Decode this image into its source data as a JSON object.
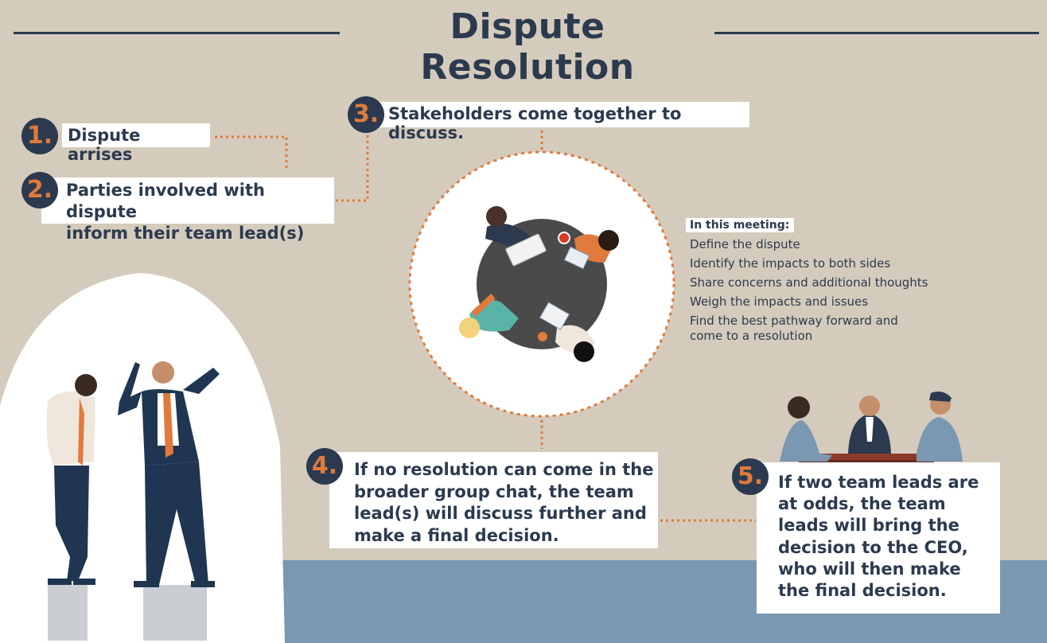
{
  "title": "Dispute Resolution",
  "steps": [
    {
      "number": "1.",
      "text": "Dispute arrises"
    },
    {
      "number": "2.",
      "text_lines": [
        "Parties involved with dispute",
        "inform their team lead(s)"
      ]
    },
    {
      "number": "3.",
      "text": "Stakeholders come together to discuss."
    },
    {
      "number": "4.",
      "text_lines": [
        "If no resolution can come in the",
        "broader group chat, the team",
        "lead(s) will discuss further and",
        "make a final decision."
      ]
    },
    {
      "number": "5.",
      "text_lines": [
        "If two team leads are",
        "at odds, the team",
        "leads will bring the",
        "decision to the CEO,",
        "who will then make",
        "the final decision."
      ]
    }
  ],
  "meeting": {
    "heading": "In this meeting:",
    "items": [
      "Define the dispute",
      "Identify the impacts to both sides",
      "Share concerns and additional thoughts",
      "Weigh the impacts and issues",
      "Find the best pathway forward and",
      "come to a resolution"
    ]
  },
  "colors": {
    "background": "#d5cbbc",
    "navy": "#2b3a4f",
    "accent_orange": "#e07a3d",
    "floor": "#7a98b1",
    "table": "#4a4a4a"
  },
  "icons": [
    "arguing-people-illustration",
    "meeting-table-illustration",
    "ceo-meeting-illustration"
  ]
}
